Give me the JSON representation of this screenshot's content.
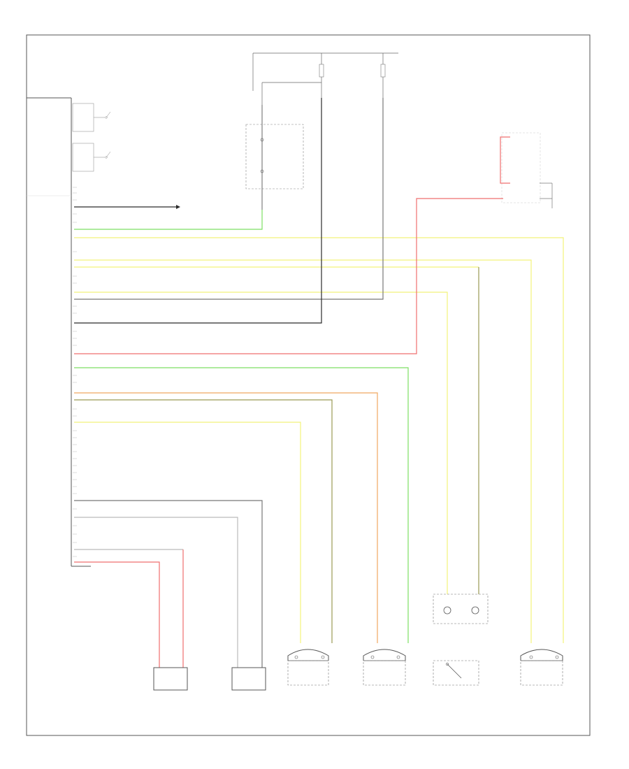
{
  "diagram": {
    "footer_left": "",
    "footer_center": "",
    "module_label_lines": [
      "",
      "",
      "",
      ""
    ],
    "wire_colors": {
      "black": "#2b2b2b",
      "gray": "#777777",
      "green": "#7ddf63",
      "yellow": "#f2f27a",
      "red": "#ef6f6f",
      "orange": "#f0a860",
      "olive": "#9a9a55"
    },
    "components": [
      {
        "id": "driver-front-inflator-module",
        "caption": [
          "",
          "",
          "",
          ""
        ]
      },
      {
        "id": "passenger-front-inflator-module",
        "caption": [
          "",
          "",
          "",
          ""
        ]
      },
      {
        "id": "right-seatbelt-pretensioner",
        "caption": [
          "",
          "",
          "",
          ""
        ]
      },
      {
        "id": "left-seatbelt-pretensioner",
        "caption": [
          "",
          "",
          "",
          ""
        ]
      },
      {
        "id": "passenger-occupant-classification-sensor",
        "caption": [
          "",
          "",
          "",
          ""
        ]
      },
      {
        "id": "passenger-seat-position-sensor",
        "caption": [
          "",
          "",
          "",
          ""
        ]
      }
    ]
  }
}
